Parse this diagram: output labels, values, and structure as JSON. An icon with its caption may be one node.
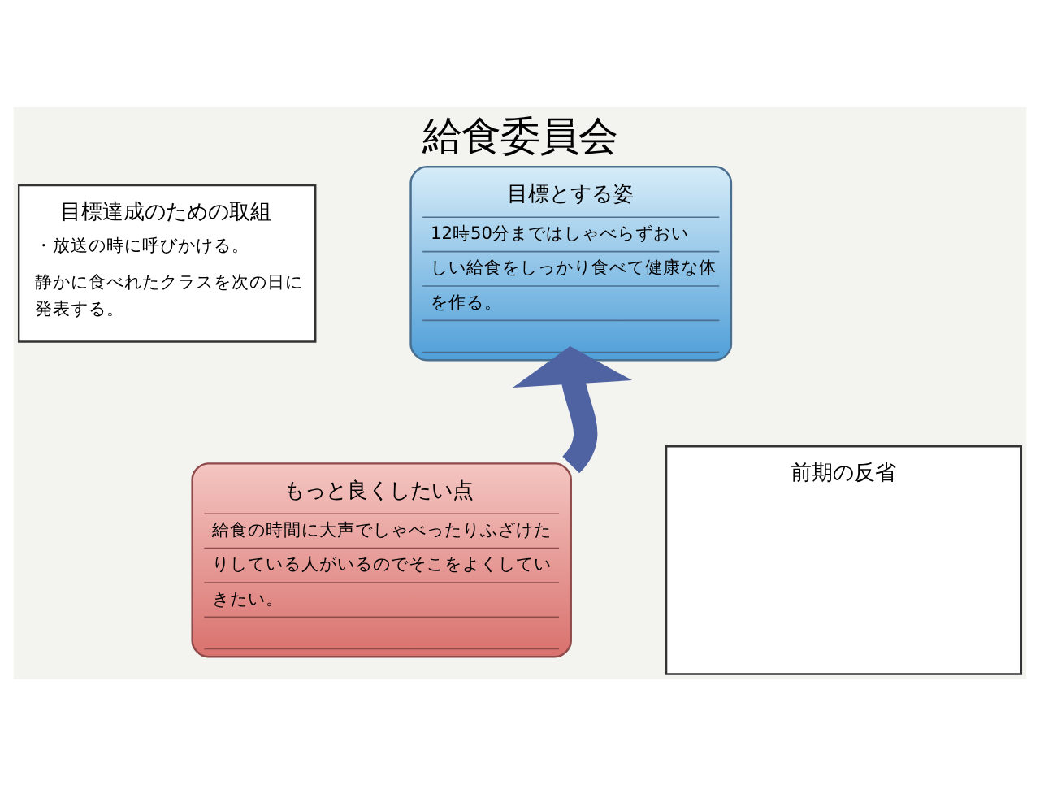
{
  "diagram": {
    "title": "給食委員会",
    "nodes": [
      {
        "text": [
          "目標達成のための取組",
          "・放送の時に呼びかける。",
          "静かに食べれたクラスを次の日に発表する。"
        ]
      },
      {
        "text": [
          "目標とする姿",
          "12時50分まではしゃべらずおいしい給食をしっかり食べて健康な体を作る。"
        ]
      },
      {
        "text": [
          "もっと良くしたい点",
          "給食の時間に大声でしゃべったりふざけたりしている人がいるのでそこをよくしていきたい。"
        ]
      },
      {
        "text": [
          "前期の反省"
        ]
      }
    ],
    "edges": [
      {
        "from": 2,
        "to": 1,
        "arrow": "to"
      }
    ]
  }
}
